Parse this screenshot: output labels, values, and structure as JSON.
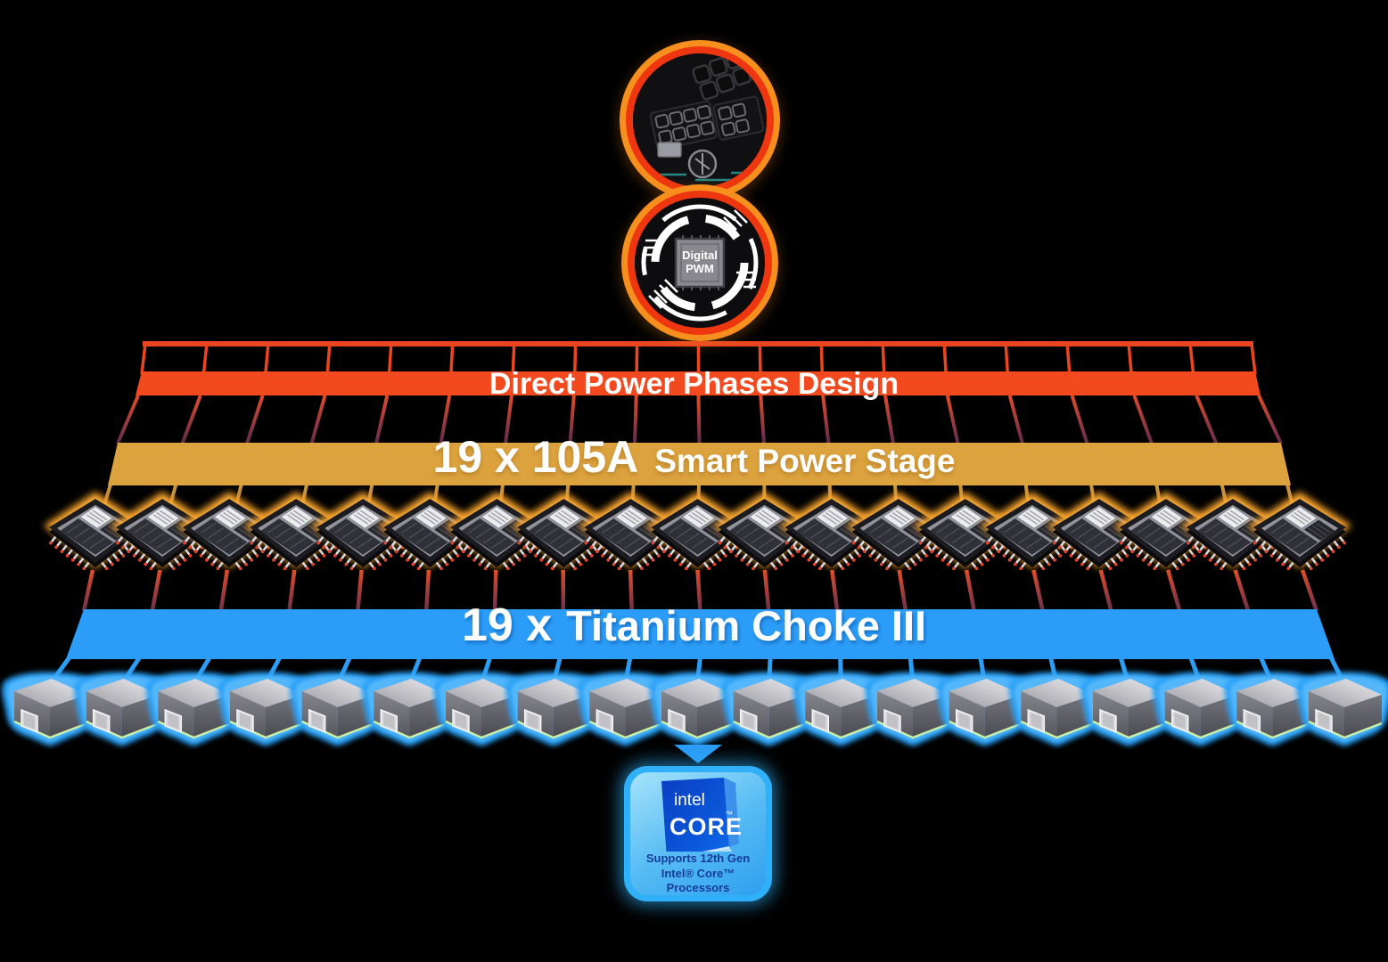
{
  "pwm_chip": {
    "line1": "Digital",
    "line2": "PWM"
  },
  "banners": {
    "direct_power": {
      "label": "Direct Power Phases Design",
      "color": "#F2491F"
    },
    "smart_power_stage": {
      "count_label": "19 x 105A",
      "label": "Smart Power Stage",
      "color": "#DCA23D"
    },
    "titanium_choke": {
      "count_label": "19 x",
      "label": "Titanium Choke III",
      "color": "#2B9CF7"
    }
  },
  "phases": {
    "count": 19,
    "power_stage_count": 19,
    "choke_count": 19
  },
  "cpu_badge": {
    "brand": "intel",
    "product": "CORE",
    "product_trademark": "™",
    "support_line1": "Supports 12th Gen",
    "support_line2": "Intel® Core™ Processors"
  },
  "colors": {
    "fan_line_top": "#EA4520",
    "fan_line_dark": "#5F2B4E",
    "fan_line_gold": "#CE9A3E",
    "fan_line_brown": "#8A4A33",
    "fan_line_red": "#E04B2A",
    "fan_line_maroon": "#69304D",
    "fan_line_blue": "#2B9DF6",
    "stage_glow": "#F8A22B",
    "choke_glow": "#2BA2F7",
    "badge_glow": "#2FB0F9"
  }
}
